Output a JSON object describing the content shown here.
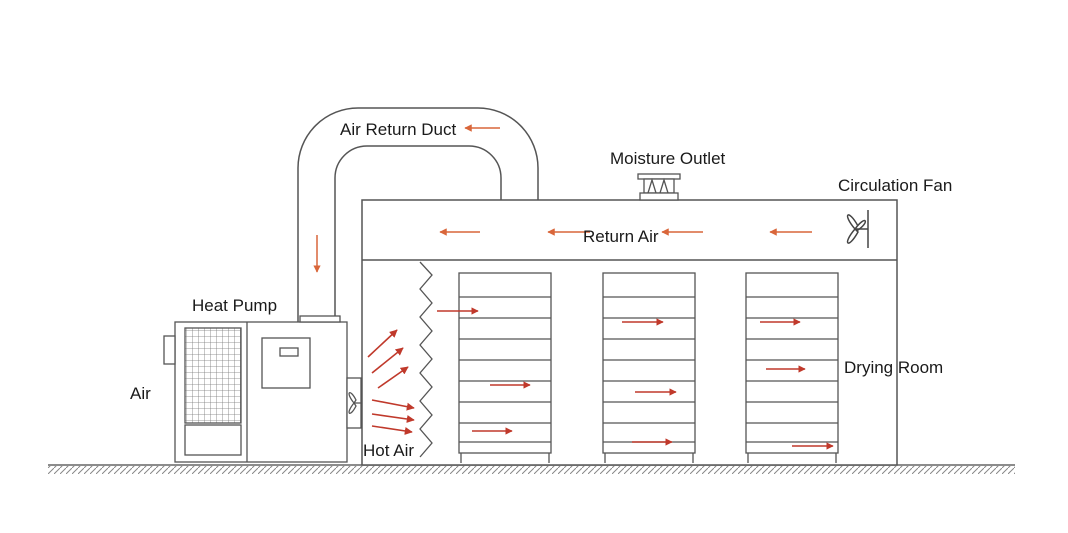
{
  "labels": {
    "air_return_duct": "Air Return Duct",
    "moisture_outlet": "Moisture Outlet",
    "circulation_fan": "Circulation Fan",
    "return_air": "Return Air",
    "heat_pump": "Heat Pump",
    "air": "Air",
    "hot_air": "Hot Air",
    "drying_room": "Drying Room"
  },
  "colors": {
    "line": "#555555",
    "arrow": "#c0392b",
    "arrow_alt": "#d9663a",
    "ground": "#777777"
  },
  "flow": {
    "return_air_arrows": 4,
    "hot_air_arrows": 6,
    "rack_count": 3
  }
}
